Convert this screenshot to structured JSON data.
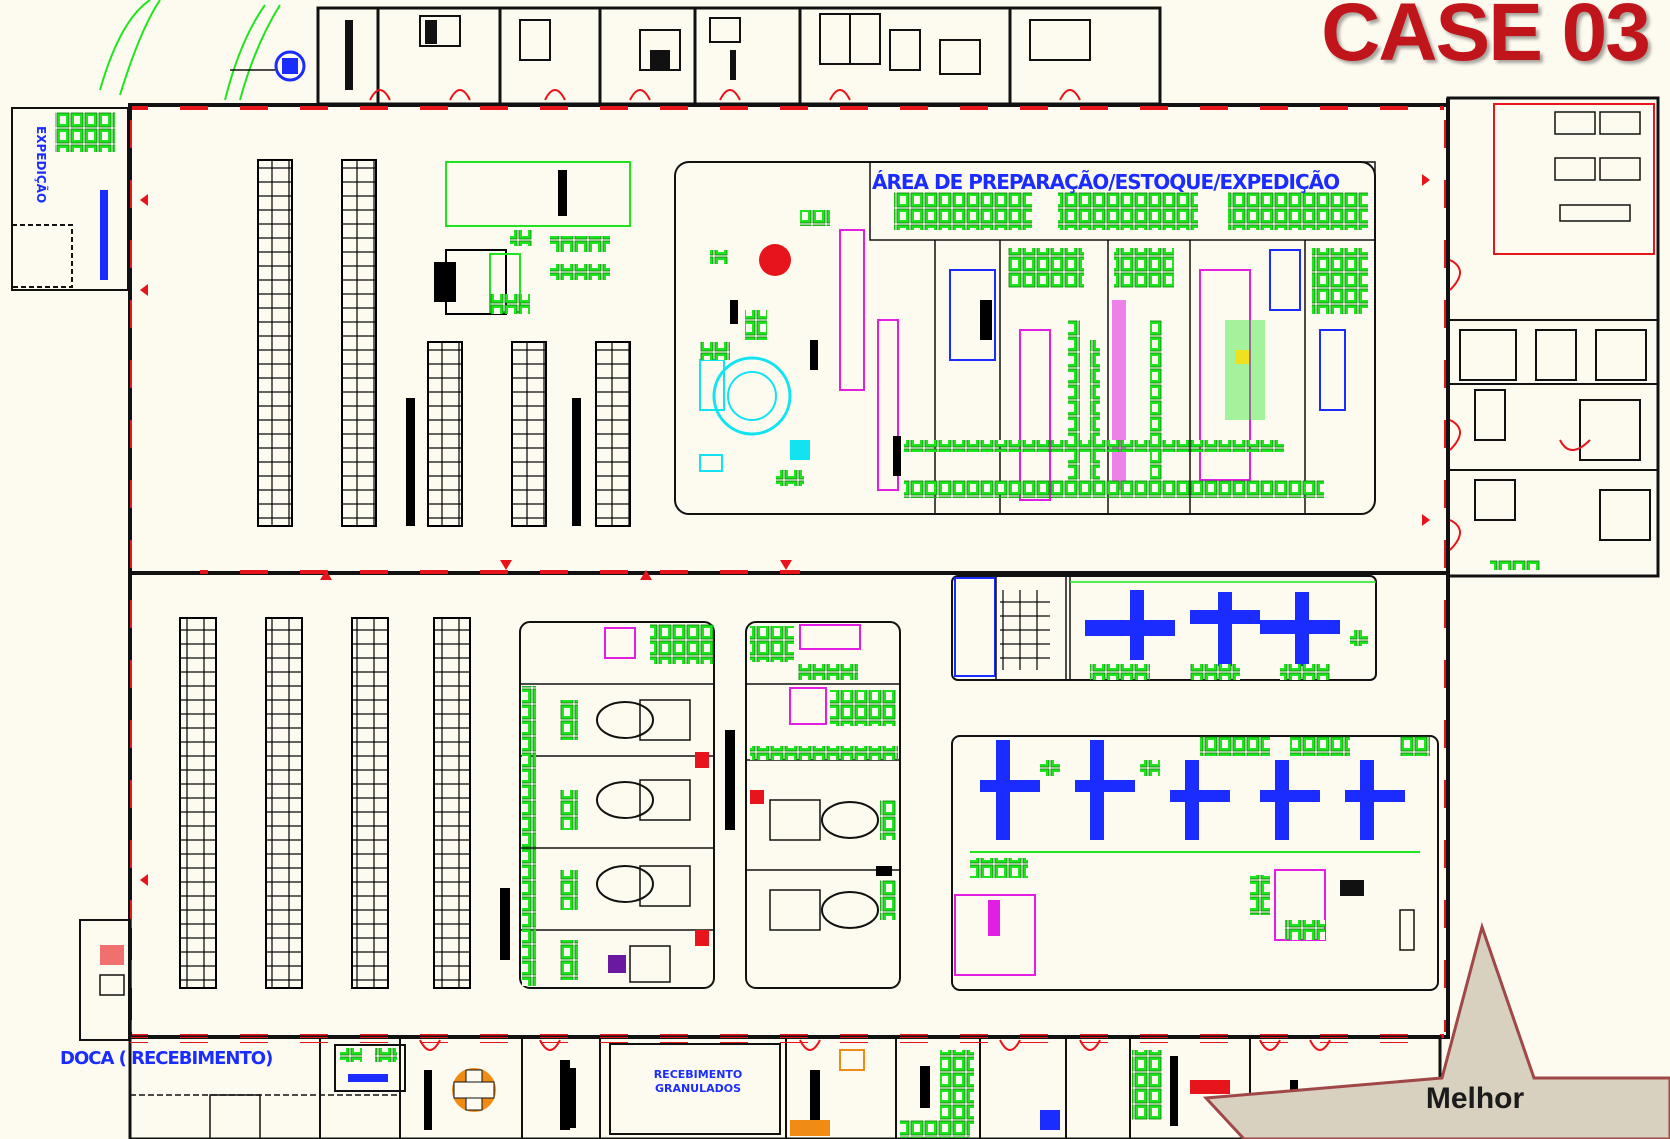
{
  "title": "CASE 03",
  "labels": {
    "area": "ÁREA DE PREPARAÇÃO/ESTOQUE/EXPEDIÇÃO",
    "doca": "DOCA ( RECEBIMENTO)",
    "expedicao": "EXPEDIÇÃO",
    "room": "RECEBIMENTO GRANULADOS"
  },
  "callout": {
    "text": "Melhor"
  },
  "colors": {
    "title": "#c0151b",
    "background": "#fdfbf0",
    "walls": "#111111",
    "wall_markers": "#e8141b",
    "pallets": "#1ee51e",
    "machines_blue": "#1a2cff",
    "magenta": "#e21ee2",
    "cyan": "#13e3f0",
    "callout_fill": "#d9d1bf",
    "callout_stroke": "#a04848"
  }
}
